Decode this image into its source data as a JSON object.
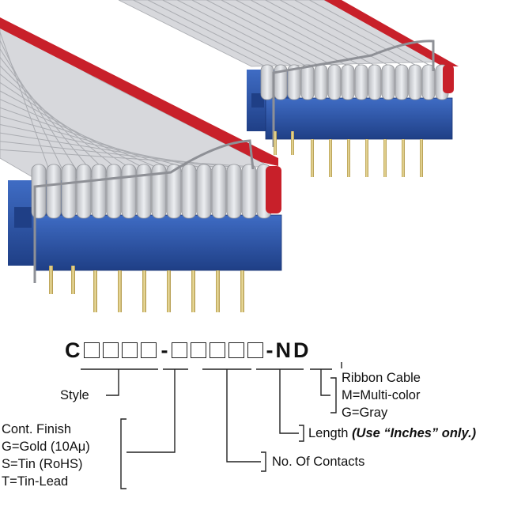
{
  "part_number": {
    "prefix": "C",
    "group1_boxes": 4,
    "separator": "-",
    "group2_boxes": 5,
    "suffix": "-ND"
  },
  "legend": {
    "style": "Style",
    "finish": {
      "title": "Cont. Finish",
      "options": [
        "G=Gold (10Aμ)",
        "S=Tin (RoHS)",
        "T=Tin-Lead"
      ]
    },
    "contacts": "No. Of Contacts",
    "length": {
      "label": "Length",
      "note": "(Use “Inches” only.)"
    },
    "cable": {
      "title": "Ribbon Cable",
      "options": [
        "M=Multi-color",
        "G=Gray"
      ]
    }
  },
  "colors": {
    "ribbon_gray": "#d4d5d8",
    "red_stripe": "#c8202a",
    "connector_blue": "#2f57a8",
    "pin_gold": "#d6c27a",
    "bracket_line": "#222222"
  }
}
